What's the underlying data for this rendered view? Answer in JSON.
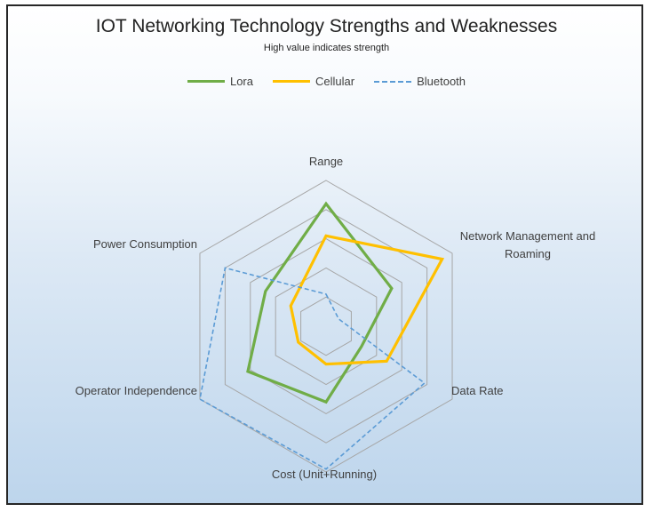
{
  "chart_data": {
    "type": "radar",
    "title": "IOT Networking Technology Strengths and Weaknesses",
    "subtitle": "High value indicates strength",
    "axes": [
      [
        "Range"
      ],
      [
        "Network Management and",
        "Roaming"
      ],
      [
        "Data Rate"
      ],
      [
        "Cost (Unit+Running)"
      ],
      [
        "Operator Independence"
      ],
      [
        "Power Consumption"
      ]
    ],
    "rmax": 5,
    "grid_levels": 5,
    "legend_position": "top",
    "series": [
      {
        "name": "Lora",
        "color": "#70ad47",
        "dash": false,
        "values": [
          4.2,
          2.6,
          1.4,
          2.6,
          3.1,
          2.4
        ]
      },
      {
        "name": "Cellular",
        "color": "#ffc000",
        "dash": false,
        "values": [
          3.1,
          4.6,
          2.4,
          1.3,
          1.1,
          1.4
        ]
      },
      {
        "name": "Bluetooth",
        "color": "#5b9bd5",
        "dash": true,
        "values": [
          1.1,
          0.5,
          3.9,
          4.9,
          5.0,
          4.0
        ]
      }
    ],
    "grid_color": "#a6a6a6"
  }
}
